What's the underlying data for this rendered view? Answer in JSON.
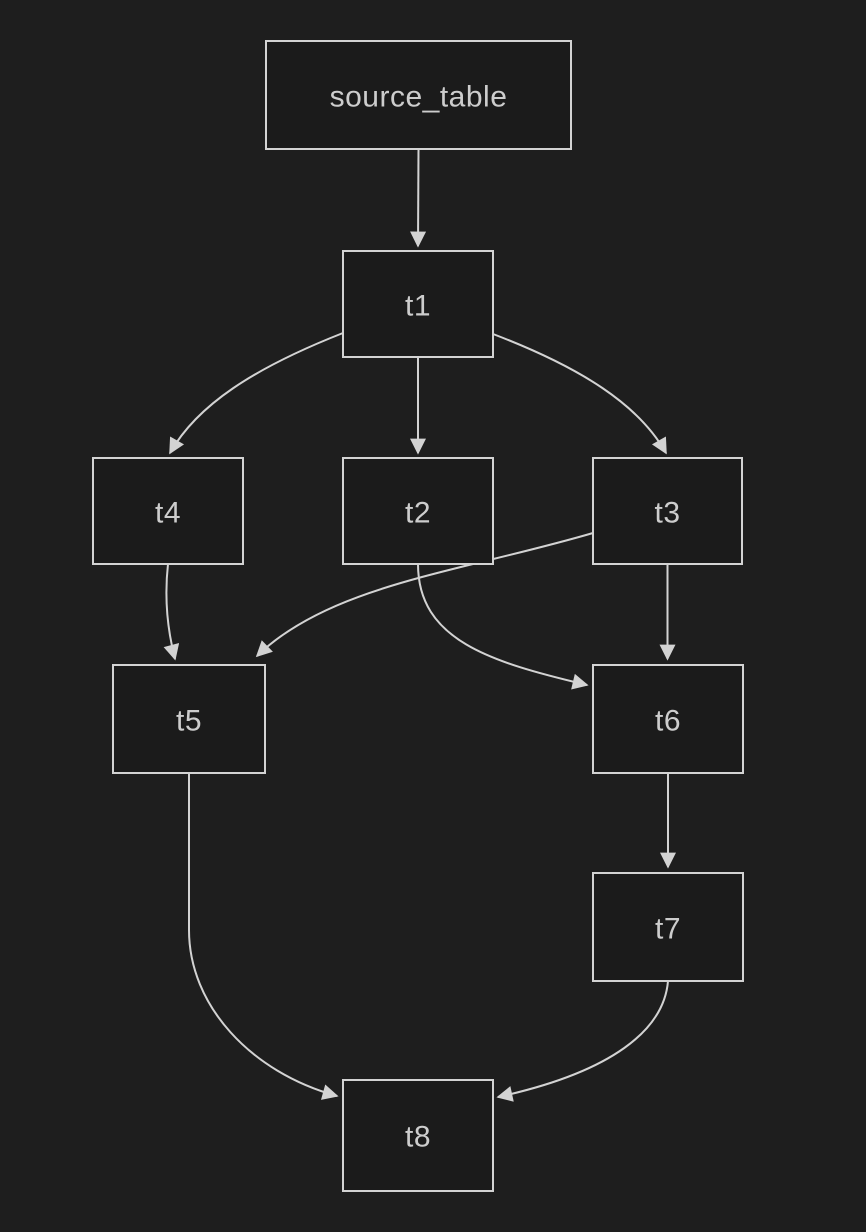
{
  "diagram": {
    "title": "dag-lineage-graph",
    "colors": {
      "background": "#1e1e1e",
      "node_fill": "#1b1b1b",
      "node_border": "#d3d3d3",
      "edge": "#d3d3d3",
      "text": "#cdcdcd"
    },
    "nodes": [
      {
        "id": "source_table",
        "label": "source_table"
      },
      {
        "id": "t1",
        "label": "t1"
      },
      {
        "id": "t2",
        "label": "t2"
      },
      {
        "id": "t3",
        "label": "t3"
      },
      {
        "id": "t4",
        "label": "t4"
      },
      {
        "id": "t5",
        "label": "t5"
      },
      {
        "id": "t6",
        "label": "t6"
      },
      {
        "id": "t7",
        "label": "t7"
      },
      {
        "id": "t8",
        "label": "t8"
      }
    ],
    "edges": [
      {
        "from": "source_table",
        "to": "t1"
      },
      {
        "from": "t1",
        "to": "t4"
      },
      {
        "from": "t1",
        "to": "t2"
      },
      {
        "from": "t1",
        "to": "t3"
      },
      {
        "from": "t4",
        "to": "t5"
      },
      {
        "from": "t3",
        "to": "t5"
      },
      {
        "from": "t2",
        "to": "t6"
      },
      {
        "from": "t3",
        "to": "t6"
      },
      {
        "from": "t6",
        "to": "t7"
      },
      {
        "from": "t5",
        "to": "t8"
      },
      {
        "from": "t7",
        "to": "t8"
      }
    ]
  }
}
